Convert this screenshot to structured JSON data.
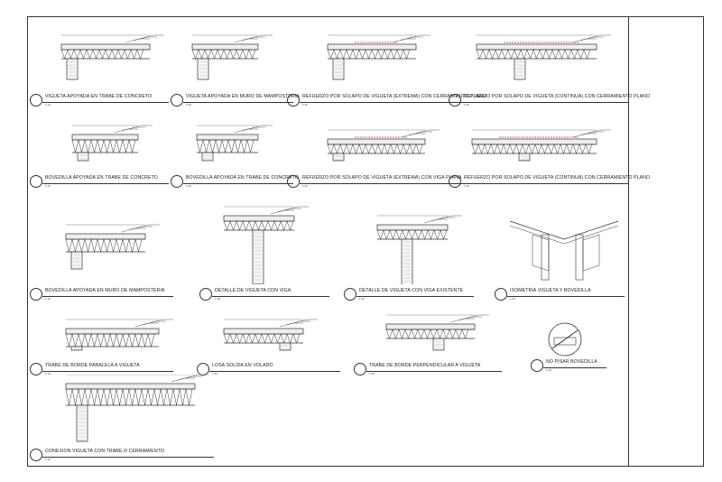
{
  "captions": [
    "VIGUETA APOYADA EN TRABE DE CONCRETO",
    "VIGUETA APOYADA EN MURO DE MAMPOSTERIA",
    "REFUERZO POR SOLAPO DE VIGUETA (EXTREMA) CON CERRAMIENTO PLANO",
    "REFUERZO POR SOLAPO DE VIGUETA (CONTINUA) CON CERRAMIENTO PLANO",
    "BOVEDILLA APOYADA EN TRABE DE CONCRETO",
    "BOVEDILLA APOYADA EN TRABE DE CONCRETO",
    "REFUERZO POR SOLAPO DE VIGUETA (EXTREMA) CON VIGA PLANA",
    "REFUERZO POR SOLAPO DE VIGUETA (CONTINUA) CON CERRAMIENTO PLANO",
    "BOVEDILLA APOYADA EN MURO DE MAMPOSTERIA",
    "DETALLE DE VIGUETA CON VIGA",
    "DETALLE DE VIGUETA CON VIGA EXISTENTE",
    "ISOMETRIA VIGUETA Y BOVEDILLA",
    "TRABE DE BORDE PARALELA A VIGUETA",
    "LOSA SOLIDA EN VOLADO",
    "TRABE DE BORDE PERPENDICULAR A VIGUETA",
    "NO PISAR BOVEDILLA",
    "CONEXION VIGUETA CON TRABE O CERRAMIENTO"
  ],
  "scale_label": "1:10",
  "colors": {
    "line": "#333333",
    "accent": "#c0392b"
  }
}
